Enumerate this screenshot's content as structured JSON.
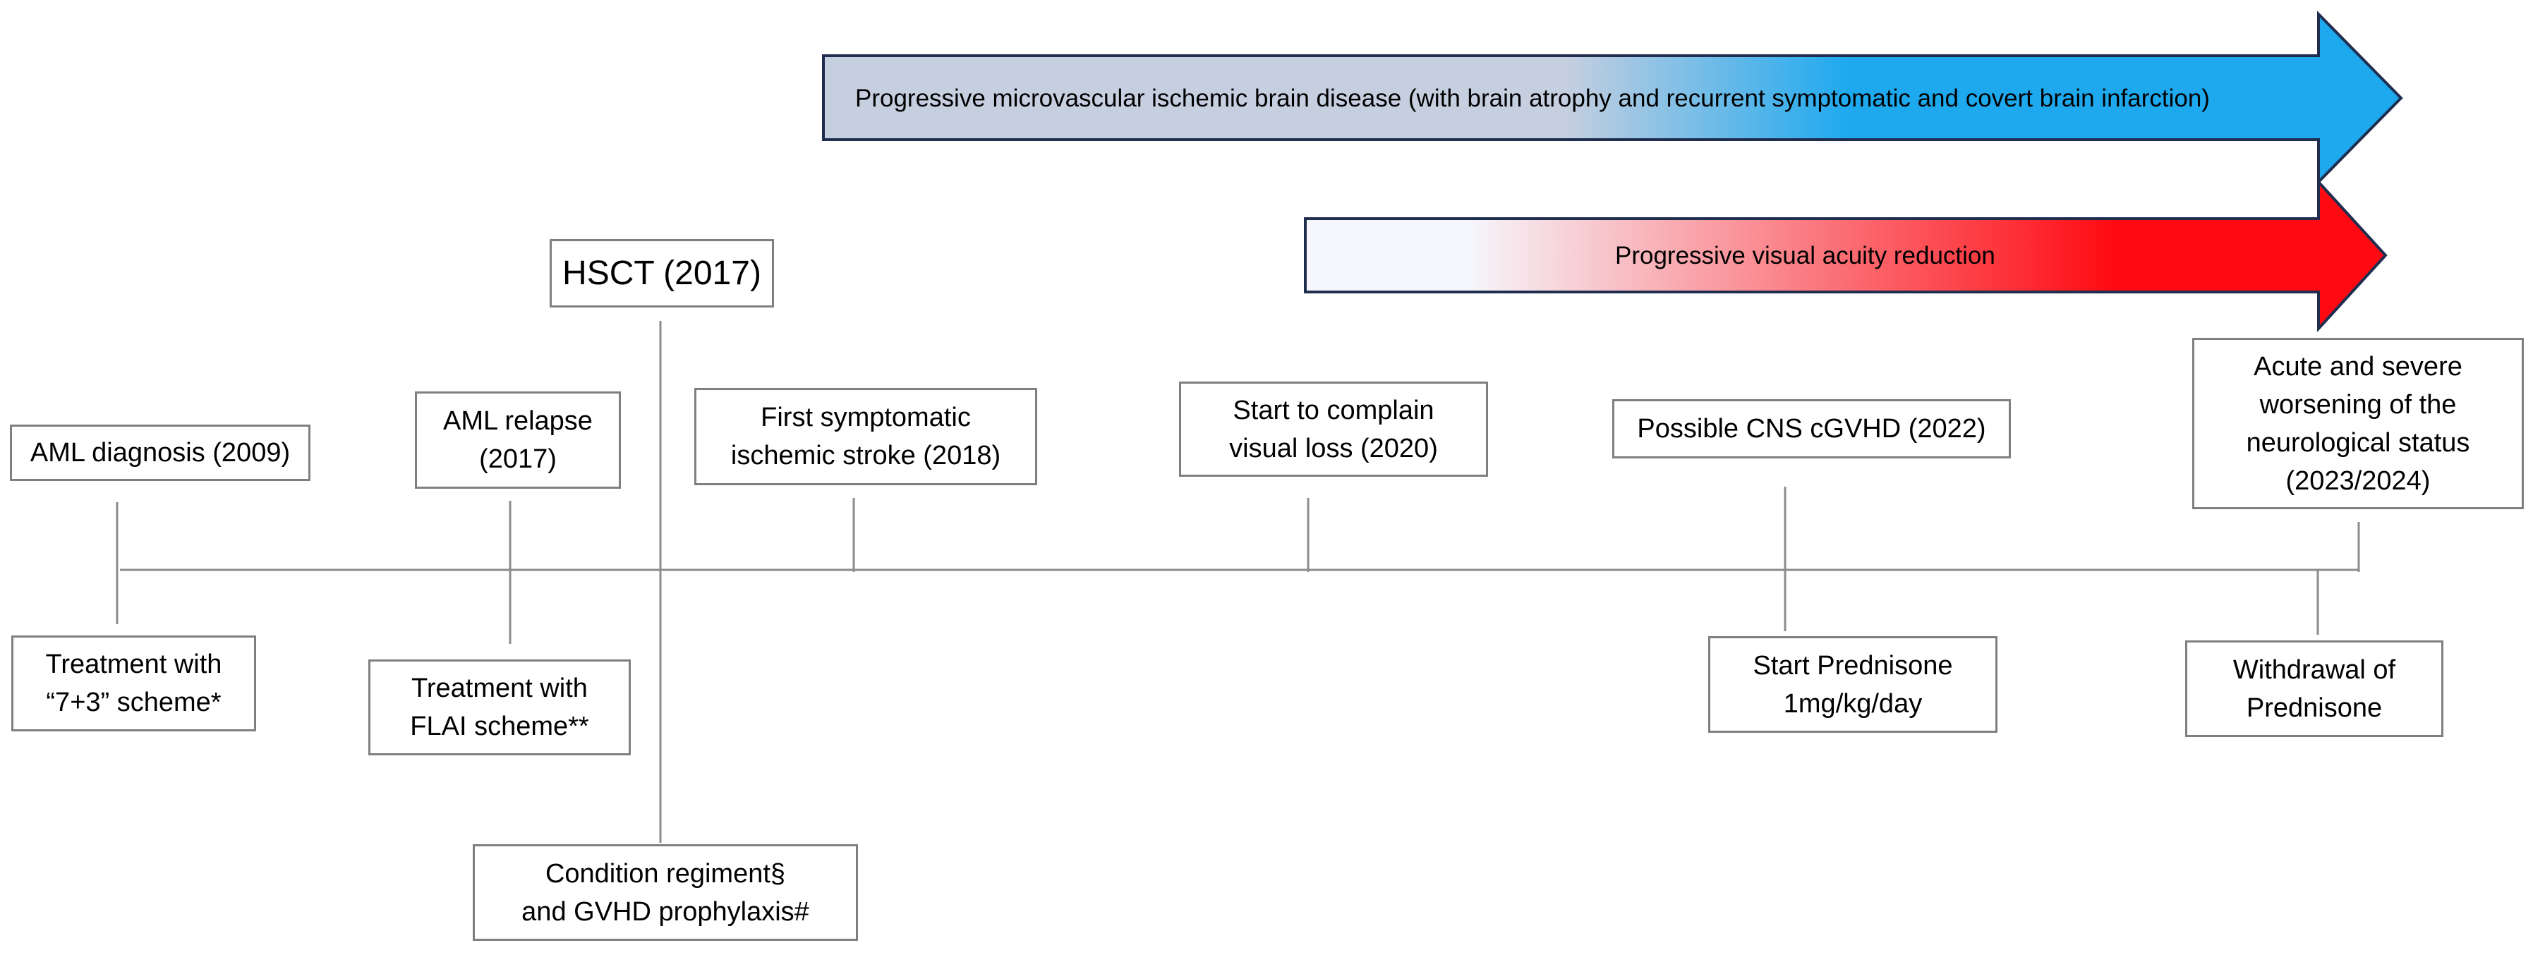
{
  "arrows": {
    "brain_disease": "Progressive microvascular ischemic brain disease (with brain atrophy and recurrent symptomatic and covert brain infarction)",
    "visual_acuity": "Progressive visual acuity reduction",
    "colors": {
      "blue_start": "#c6cfe0",
      "blue_end": "#1ea9ef",
      "red_start": "#f5f7fc",
      "red_end": "#ff0a12",
      "outline": "#1f2d4f"
    }
  },
  "events": {
    "hsct": "HSCT (2017)",
    "aml_diagnosis": "AML diagnosis (2009)",
    "aml_relapse": "AML relapse\n(2017)",
    "first_stroke": "First symptomatic\nischemic stroke (2018)",
    "visual_loss": "Start  to complain\nvisual loss (2020)",
    "cns_cgvhd": "Possible CNS cGVHD (2022)",
    "acute_worsening": "Acute and severe\nworsening of the\nneurological status\n(2023/2024)",
    "treatment_7_3": "Treatment with\n“7+3” scheme*",
    "treatment_flai": "Treatment with\nFLAI scheme**",
    "conditioning": "Condition regiment§\nand GVHD prophylaxis#",
    "start_prednisone": "Start Prednisone\n1mg/kg/day",
    "withdrawal": "Withdrawal of\nPrednisone"
  }
}
